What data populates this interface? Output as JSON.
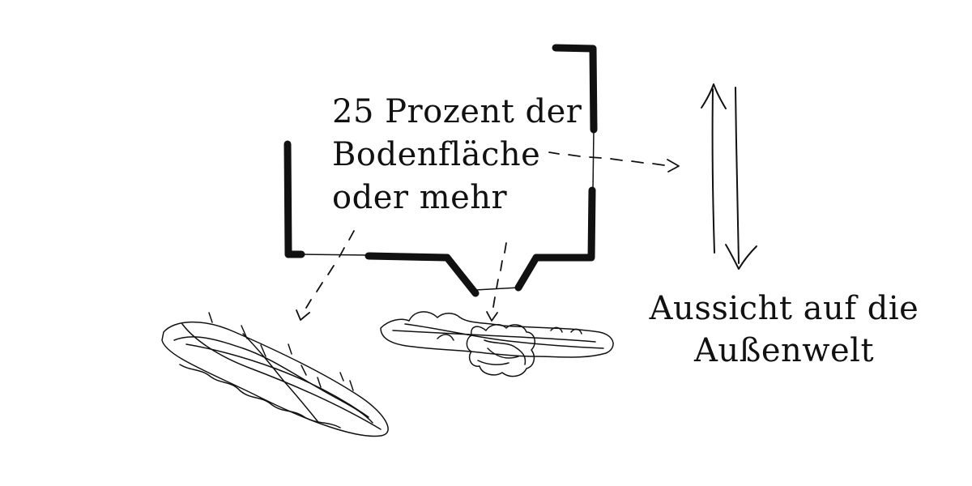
{
  "floor_label": {
    "lines": [
      "25 Prozent der",
      "Bodenfläche",
      "oder mehr"
    ]
  },
  "view_label": {
    "lines": [
      "Aussicht auf die",
      "Außenwelt"
    ]
  },
  "colors": {
    "ink": "#111111",
    "background": "#ffffff"
  },
  "icons": [
    "up-arrow-icon",
    "down-arrow-icon",
    "dashed-arrow-icon",
    "scribble-icon"
  ]
}
